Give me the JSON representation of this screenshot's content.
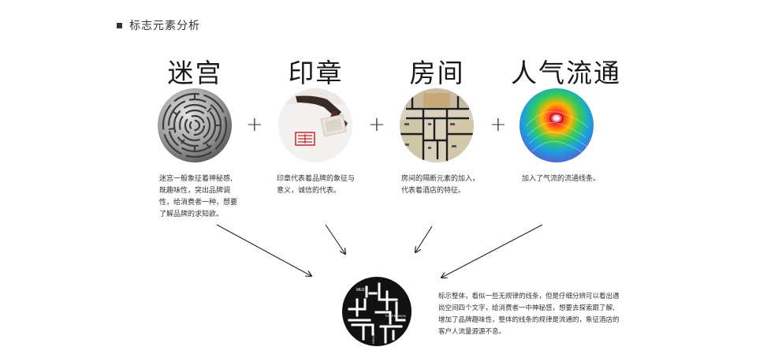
{
  "section": {
    "title": "标志元素分析"
  },
  "items": [
    {
      "title": "迷宫",
      "image": "maze-photo",
      "desc": [
        "迷宫一般象征着神秘感,",
        "既趣味性，突出品牌调",
        "性，给消费者一种，想要",
        "了解品牌的求知欲。"
      ]
    },
    {
      "title": "印章",
      "image": "seal-stamp-photo",
      "desc": [
        "印章代表着品牌的象征与",
        "意义，诚信的代表。"
      ]
    },
    {
      "title": "房间",
      "image": "floor-plan-photo",
      "desc": [
        "房间的隔断元素的加入，",
        "代表着酒店的特征。"
      ]
    },
    {
      "title": "人气流通",
      "image": "airflow-heatmap",
      "desc": [
        "加入了气流的流通线条。"
      ]
    }
  ],
  "operator": "+",
  "result": {
    "logo_text": {
      "meet": "MEET",
      "fashion": "THE FASHION",
      "space": "SPACE"
    },
    "desc": [
      "标示整体，看似一些无规律的线条，但是仔细分辨可以看出遇",
      "尚空间四个文字，给消费者一中神秘感，想要去探索跟了解,",
      "增加了品牌趣味性，整体的线条的规律是流通的，象征酒店的",
      "客户人流量源源不息。"
    ]
  },
  "colors": {
    "text": "#222222",
    "logo": "#111111",
    "arrow": "#222222"
  }
}
